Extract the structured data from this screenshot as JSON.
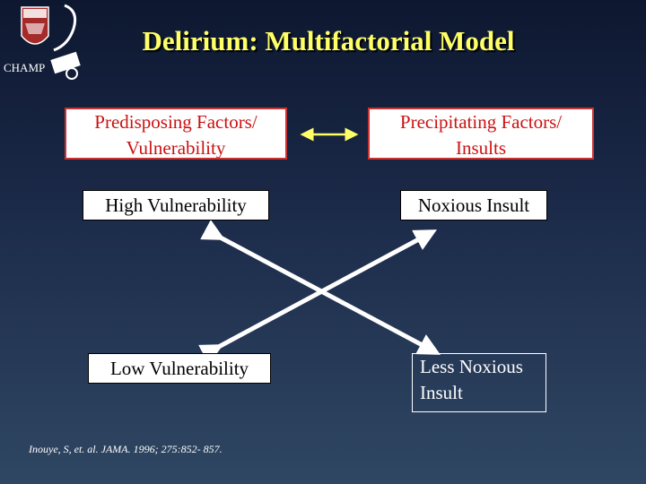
{
  "slide": {
    "title": "Delirium: Multifactorial Model",
    "logo_text": "CHAMP"
  },
  "boxes": {
    "predisposing": {
      "line1": "Predisposing Factors/",
      "line2": "Vulnerability"
    },
    "precipitating": {
      "line1": "Precipitating Factors/",
      "line2": "Insults"
    },
    "high_vulnerability": "High Vulnerability",
    "noxious_insult": "Noxious Insult",
    "low_vulnerability": "Low Vulnerability",
    "less_noxious": {
      "line1": "Less Noxious",
      "line2": "Insult"
    }
  },
  "citation": "Inouye, S, et. al.   JAMA. 1996; 275:852- 857.",
  "colors": {
    "title": "#ffff66",
    "header_text": "#cc1111",
    "header_border": "#cc3333",
    "arrow": "#ffffff",
    "double_arrow": "#ffff66"
  }
}
